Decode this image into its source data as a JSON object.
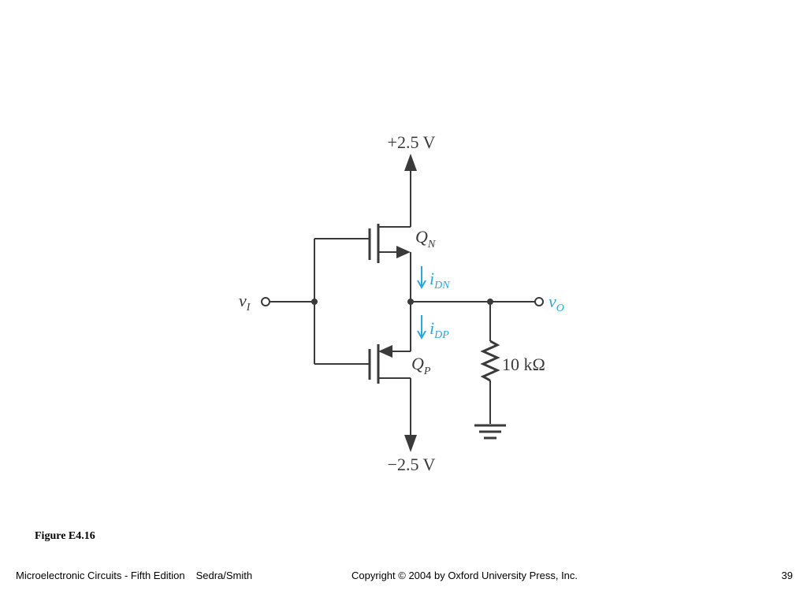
{
  "diagram": {
    "supply_pos": "+2.5 V",
    "supply_neg": "−2.5 V",
    "qn": {
      "main": "Q",
      "sub": "N"
    },
    "qp": {
      "main": "Q",
      "sub": "P"
    },
    "vin": {
      "main": "v",
      "sub": "I"
    },
    "vout": {
      "main": "v",
      "sub": "O"
    },
    "idn": {
      "main": "i",
      "sub": "DN"
    },
    "idp": {
      "main": "i",
      "sub": "DP"
    },
    "resistor": "10 kΩ",
    "colors": {
      "wire": "#3a3a3a",
      "accent": "#29a9d8"
    }
  },
  "caption": "Figure E4.16",
  "footer": {
    "book": "Microelectronic Circuits - Fifth Edition",
    "authors": "Sedra/Smith",
    "copyright": "Copyright © 2004 by Oxford University Press, Inc.",
    "page": "39"
  }
}
